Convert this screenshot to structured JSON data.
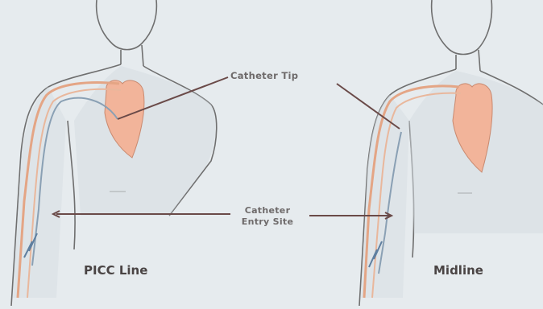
{
  "labels": {
    "catheter_tip": "Catheter Tip",
    "entry_line1": "Catheter",
    "entry_line2": "Entry Site",
    "left_figure": "PICC Line",
    "right_figure": "Midline"
  },
  "colors": {
    "background": "#e6ebee",
    "skin_outline": "#6f6f6f",
    "torso_shade": "#d6dde2",
    "heart": "#f2b49a",
    "vessel": "#e4a585",
    "catheter": "#8aa0b4",
    "pointer": "#6a4a48"
  }
}
